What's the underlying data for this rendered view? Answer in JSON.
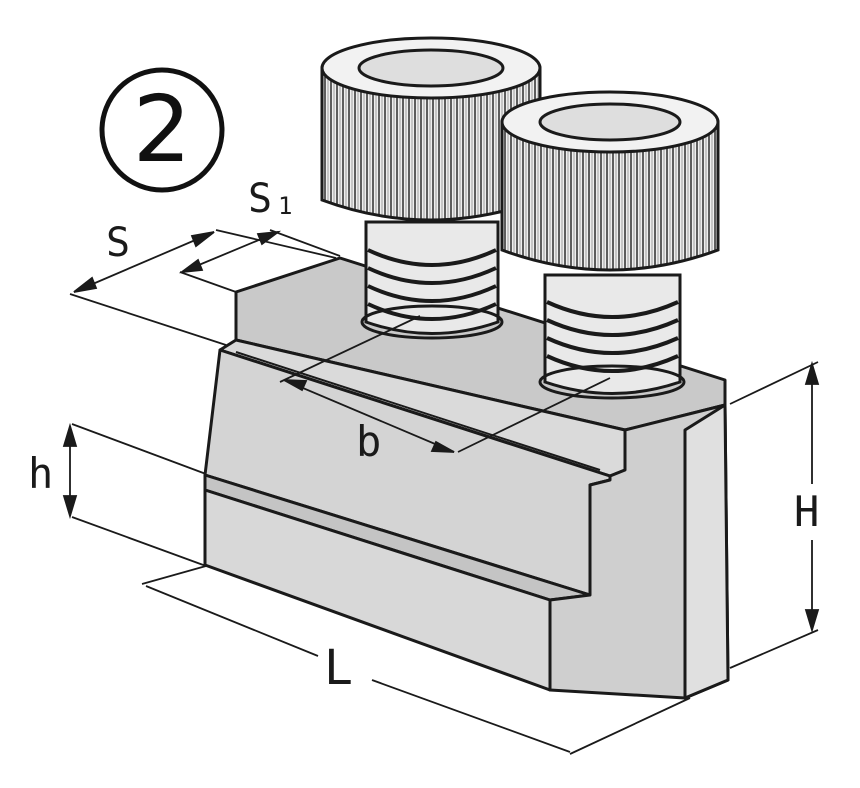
{
  "figure": {
    "index_number": "2",
    "labels": {
      "S": "S",
      "S1": "S",
      "S1_sub": "1",
      "b": "b",
      "h": "h",
      "H": "H",
      "L": "L"
    }
  },
  "colors": {
    "outline": "#1a1a1a",
    "body_top": "#c9c9c9",
    "body_front": "#d6d6d6",
    "body_side": "#cfcfcf",
    "screw": "#e9e9e9",
    "knurl": "#6f6f6f",
    "background": "#ffffff"
  }
}
